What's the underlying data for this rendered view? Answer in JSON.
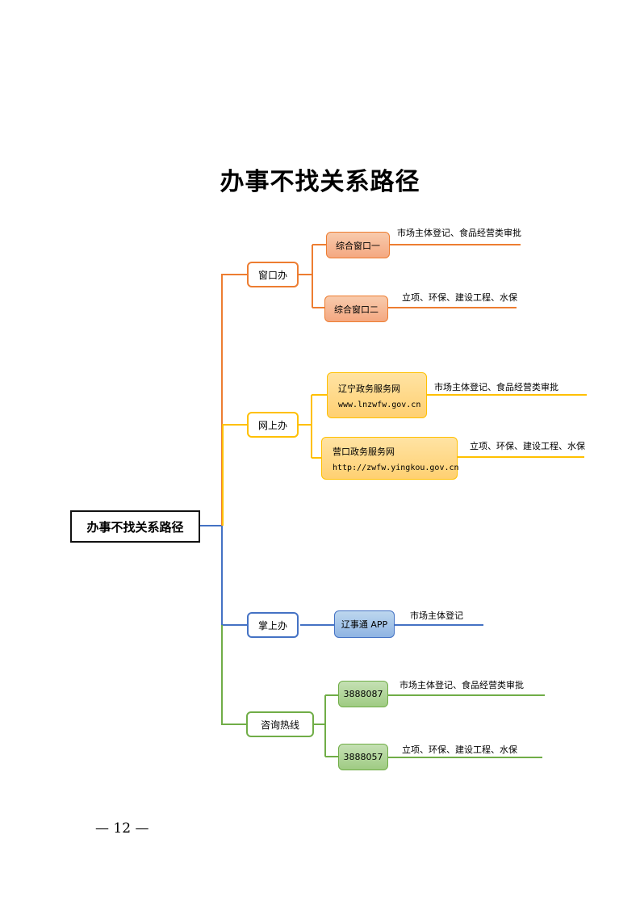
{
  "title": "办事不找关系路径",
  "colors": {
    "orange": "#ed7d31",
    "orange_fill": "#f4b183",
    "yellow": "#ffc000",
    "yellow_fill": "#ffd98a",
    "blue": "#4472c4",
    "blue_fill": "#9dc3e6",
    "green": "#70ad47",
    "green_fill": "#a9d18e"
  },
  "root": {
    "label": "办事不找关系路径"
  },
  "branches": [
    {
      "label": "窗口办",
      "color": "orange",
      "children": [
        {
          "label": "综合窗口一",
          "leaf": "市场主体登记、食品经营类审批"
        },
        {
          "label": "综合窗口二",
          "leaf": "立项、环保、建设工程、水保"
        }
      ]
    },
    {
      "label": "网上办",
      "color": "yellow",
      "children": [
        {
          "label": "辽宁政务服务网",
          "url": "www.lnzwfw.gov.cn",
          "leaf": "市场主体登记、食品经营类审批"
        },
        {
          "label": "营口政务服务网",
          "url": "http://zwfw.yingkou.gov.cn",
          "leaf": "立项、环保、建设工程、水保"
        }
      ]
    },
    {
      "label": "掌上办",
      "color": "blue",
      "children": [
        {
          "label": "辽事通 APP",
          "leaf": "市场主体登记"
        }
      ]
    },
    {
      "label": "咨询热线",
      "color": "green",
      "children": [
        {
          "label": "3888087",
          "leaf": "市场主体登记、食品经营类审批"
        },
        {
          "label": "3888057",
          "leaf": "立项、环保、建设工程、水保"
        }
      ]
    }
  ],
  "footer": {
    "page_number": "— 12 —"
  }
}
